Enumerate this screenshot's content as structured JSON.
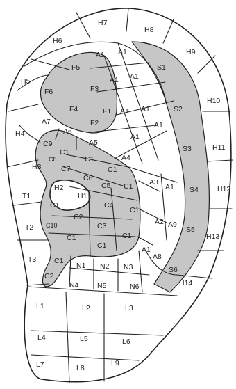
{
  "labels": {
    "H1": "H1",
    "H2": "H2",
    "H3": "H3",
    "H4": "H4",
    "H5": "H5",
    "H6": "H6",
    "H7": "H7",
    "H8": "H8",
    "H9": "H9",
    "H10": "H10",
    "H11": "H11",
    "H12": "H12",
    "H13": "H13",
    "H14": "H14",
    "S1": "S1",
    "S2": "S2",
    "S3": "S3",
    "S4": "S4",
    "S5": "S5",
    "S6": "S6",
    "F1": "F1",
    "F2": "F2",
    "F3": "F3",
    "F4": "F4",
    "F5": "F5",
    "F6": "F6",
    "A1": "A1",
    "A2": "A2",
    "A3": "A3",
    "A4": "A4",
    "A5": "A5",
    "A6": "A6",
    "A7": "A7",
    "A8": "A8",
    "A9": "A9",
    "C1": "C1",
    "C2": "C2",
    "C3": "C3",
    "C4": "C4",
    "C5": "C5",
    "C6": "C6",
    "C7": "C7",
    "C8": "C8",
    "C9": "C9",
    "C10": "C10",
    "T1": "T1",
    "T2": "T2",
    "T3": "T3",
    "N1": "N1",
    "N2": "N2",
    "N3": "N3",
    "N4": "N4",
    "N5": "N5",
    "N6": "N6",
    "L1": "L1",
    "L2": "L2",
    "L3": "L3",
    "L4": "L4",
    "L5": "L5",
    "L6": "L6",
    "L7": "L7",
    "L8": "L8",
    "L9": "L9"
  }
}
